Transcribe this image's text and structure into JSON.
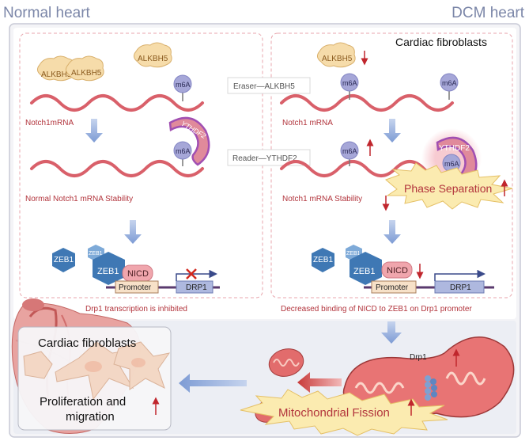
{
  "titles": {
    "left": "Normal heart",
    "right": "DCM heart"
  },
  "cardiac_fibroblasts_label": "Cardiac fibroblasts",
  "normal_panel": {
    "alkbh5": [
      "ALKBH5",
      "ALKBH5",
      "ALKBH5"
    ],
    "m6a": [
      "m6A",
      "m6A"
    ],
    "ythdf2": "YTHDF2",
    "notch_label": "Notch1mRNA",
    "stability_label": "Normal Notch1 mRNA Stability",
    "zeb1": [
      "ZEB1",
      "ZEB1",
      "ZEB1"
    ],
    "nicd": "NICD",
    "promoter": "Promoter",
    "drp1": "DRP1",
    "caption": "Drp1 transcription is inhibited"
  },
  "center_labels": {
    "eraser": "Eraser—ALKBH5",
    "reader": "Reader—YTHDF2"
  },
  "dcm_panel": {
    "alkbh5": "ALKBH5",
    "m6a": [
      "m6A",
      "m6A",
      "m6A",
      "m6A"
    ],
    "ythdf2": "YTHDF2",
    "notch_label": "Notch1 mRNA",
    "stability_label": "Notch1 mRNA Stability",
    "phase_separation": "Phase Separation",
    "zeb1": [
      "ZEB1",
      "ZEB1",
      "ZEB1"
    ],
    "nicd": "NICD",
    "promoter": "Promoter",
    "drp1": "DRP1",
    "caption": "Decreased binding of NICD to ZEB1 on Drp1 promoter"
  },
  "bottom": {
    "cardiac_fibroblasts": "Cardiac fibroblasts",
    "proliferation_line1": "Proliferation and",
    "proliferation_line2": "migration",
    "drp1": "Drp1",
    "mitochondrial_fission": "Mitochondrial Fission"
  },
  "colors": {
    "title": "#7b86a8",
    "mrna": "#d9606a",
    "label_red": "#b2343c",
    "arrow": "#8aa8d8",
    "zeb1": "#3f78b4",
    "nicd": "#f0a6ad",
    "promoter": "#f7e1c8",
    "drp1_box": "#aeb8df",
    "alkbh5": "#f4d9a8",
    "m6a": "#a6a7d8",
    "up_arrow": "#c0262d",
    "panel_bg": "#ecedf3",
    "mito": "#d96a6a"
  }
}
